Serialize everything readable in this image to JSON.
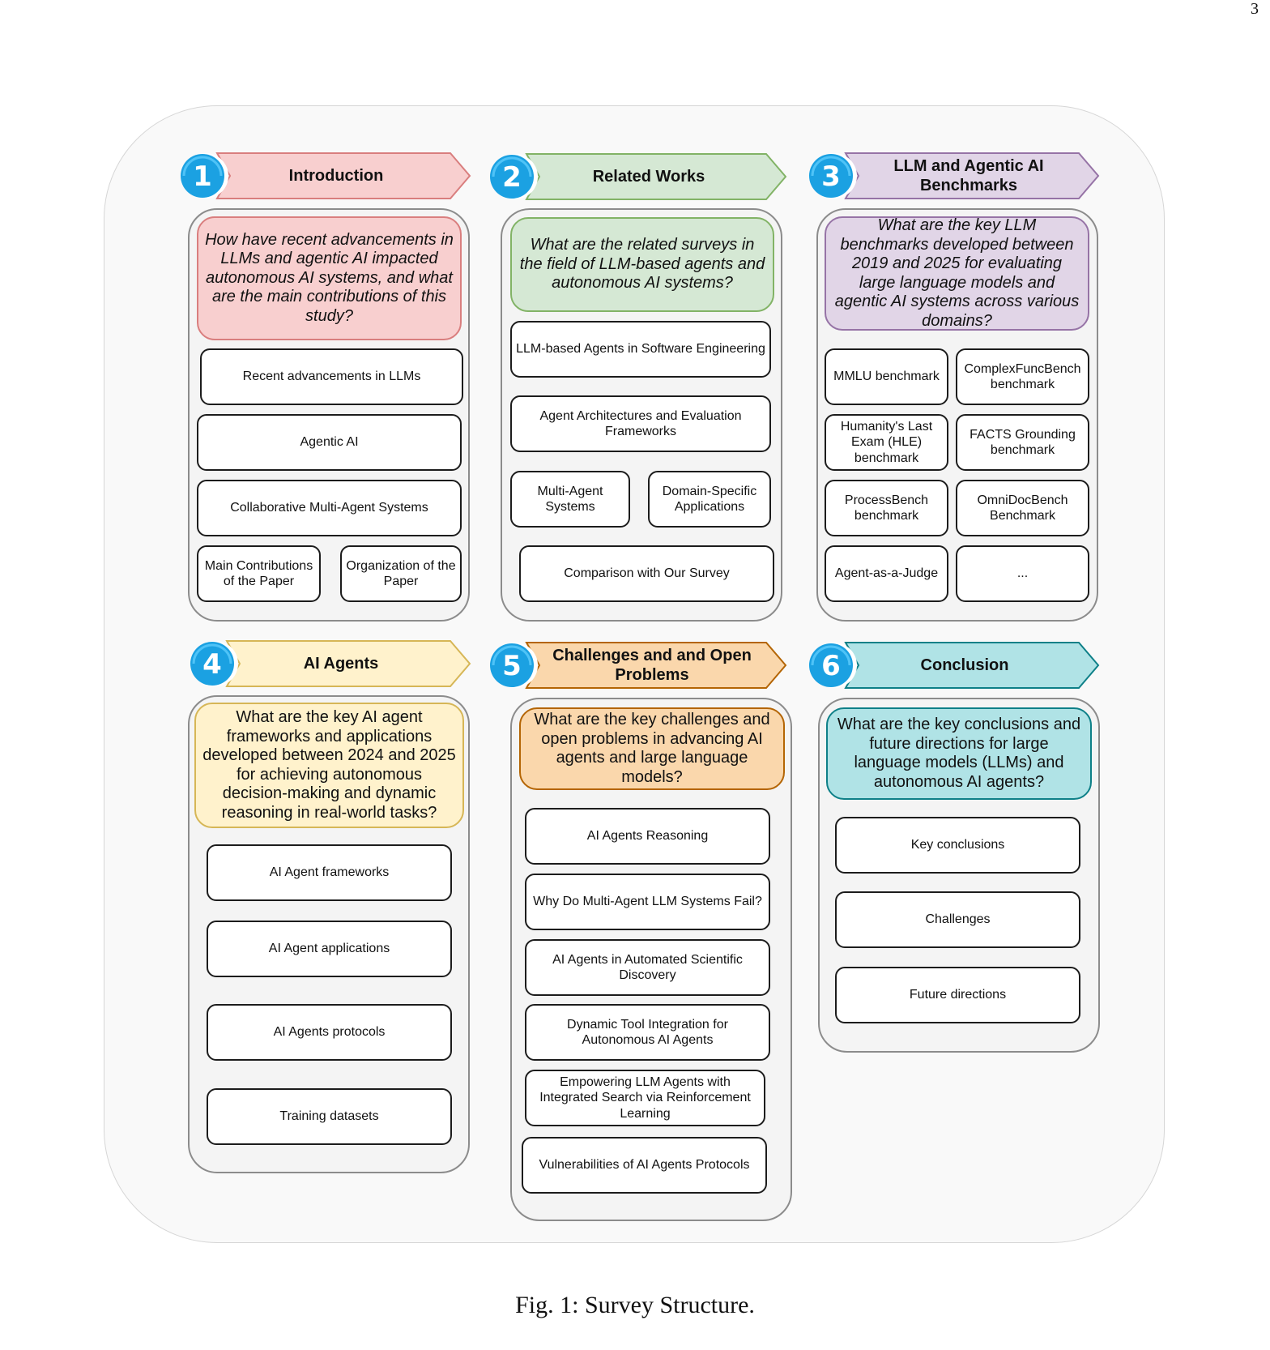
{
  "page_number": "3",
  "caption": "Fig. 1: Survey Structure.",
  "sections": [
    {
      "number": "1",
      "title": "Introduction",
      "color": "#f8cfcf",
      "border": "#d97e7e",
      "question": "How have recent advancements in LLMs and agentic AI impacted autonomous AI systems, and what are the main contributions of this study?",
      "items": [
        "Recent advancements in LLMs",
        "Agentic AI",
        "Collaborative Multi-Agent Systems",
        "Main Contributions of the Paper",
        "Organization of the Paper"
      ]
    },
    {
      "number": "2",
      "title": "Related Works",
      "color": "#d5e8d4",
      "border": "#82b366",
      "question": "What are the related surveys in the field of LLM-based agents and autonomous AI systems?",
      "items": [
        "LLM-based Agents in Software Engineering",
        "Agent Architectures and Evaluation Frameworks",
        "Multi-Agent Systems",
        "Domain-Specific Applications",
        "Comparison with Our Survey"
      ]
    },
    {
      "number": "3",
      "title": "LLM and Agentic AI Benchmarks",
      "color": "#e1d5e7",
      "border": "#9673a6",
      "question": "What are the key LLM benchmarks developed between 2019 and 2025 for evaluating large language models and agentic AI systems across various domains?",
      "items": [
        "MMLU benchmark",
        "ComplexFuncBench benchmark",
        "Humanity's Last Exam (HLE) benchmark",
        "FACTS Grounding benchmark",
        "ProcessBench benchmark",
        "OmniDocBench Benchmark",
        "Agent-as-a-Judge",
        "..."
      ]
    },
    {
      "number": "4",
      "title": "AI Agents",
      "color": "#fff2cc",
      "border": "#d6b656",
      "question": "What are the key AI agent frameworks and applications developed between 2024 and 2025 for achieving autonomous decision-making and dynamic reasoning in real-world tasks?",
      "items": [
        "AI Agent frameworks",
        "AI Agent applications",
        "AI Agents protocols",
        "Training datasets"
      ]
    },
    {
      "number": "5",
      "title": "Challenges and and Open Problems",
      "color": "#fad7ac",
      "border": "#b46504",
      "question": "What are the key challenges and open problems in advancing AI agents and large language models?",
      "items": [
        "AI Agents Reasoning",
        "Why Do Multi-Agent LLM Systems Fail?",
        "AI Agents in Automated Scientific Discovery",
        "Dynamic Tool Integration for Autonomous AI Agents",
        "Empowering LLM Agents with Integrated Search via Reinforcement Learning",
        "Vulnerabilities of AI Agents Protocols"
      ]
    },
    {
      "number": "6",
      "title": "Conclusion",
      "color": "#b0e3e6",
      "border": "#0e8088",
      "question": "What are the key conclusions and future directions for large language models (LLMs) and autonomous AI agents?",
      "items": [
        "Key conclusions",
        "Challenges",
        "Future directions"
      ]
    }
  ]
}
